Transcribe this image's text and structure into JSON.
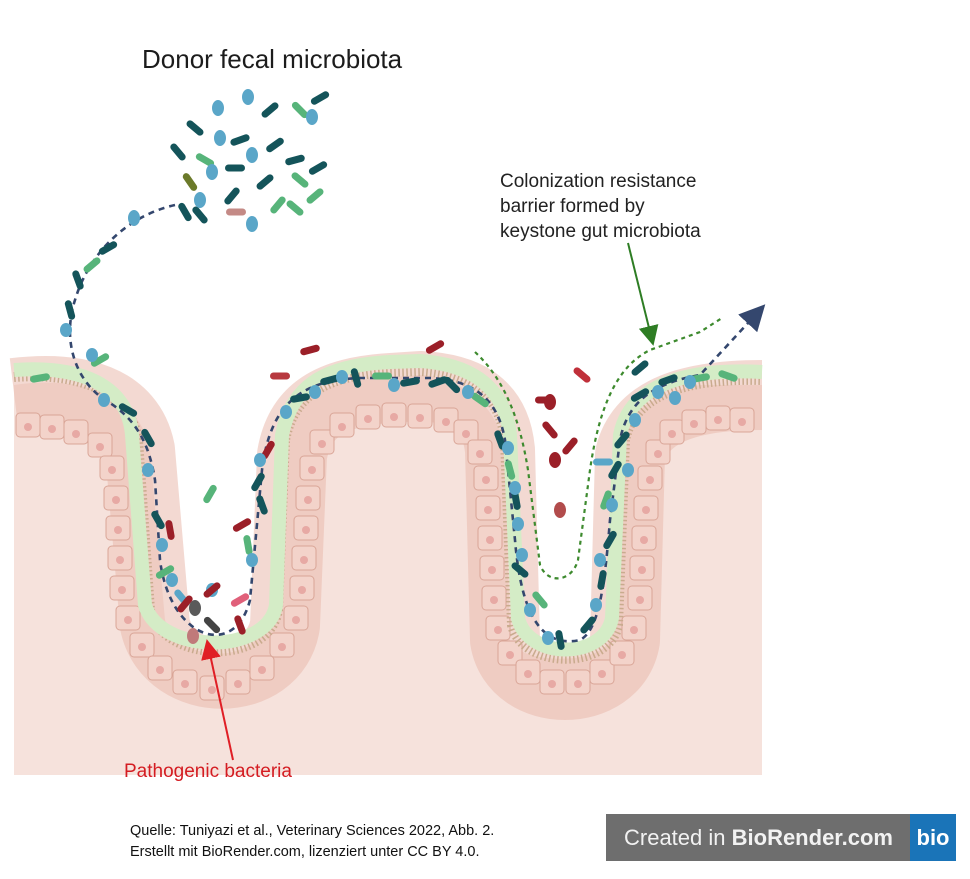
{
  "title": "Donor fecal microbiota",
  "colonization_label": {
    "line1": "Colonization resistance",
    "line2": "barrier formed by",
    "line3": "keystone gut microbiota"
  },
  "pathogen_label": "Pathogenic bacteria",
  "credit": {
    "line1": "Quelle: Tuniyazi et al., Veterinary Sciences 2022, Abb. 2.",
    "line2": "Erstellt mit BioRender.com, lizenziert unter CC BY 4.0."
  },
  "badge": {
    "prefix": "Created in ",
    "brand": "BioRender.com",
    "logo": "bio"
  },
  "colors": {
    "tissue": "#f6e2dc",
    "cell_fill": "#f3d3ca",
    "cell_nucleus": "#e7a9a4",
    "mucus": "#d7eccb",
    "microbe_dark_teal": "#14545a",
    "microbe_light_blue": "#5aa6c8",
    "microbe_green": "#57b47a",
    "pathogen_red": "#9b1f28",
    "arrow": "#34476e",
    "barrier_line": "#3d8a2e",
    "pathogen_arrow": "#e01f26"
  }
}
